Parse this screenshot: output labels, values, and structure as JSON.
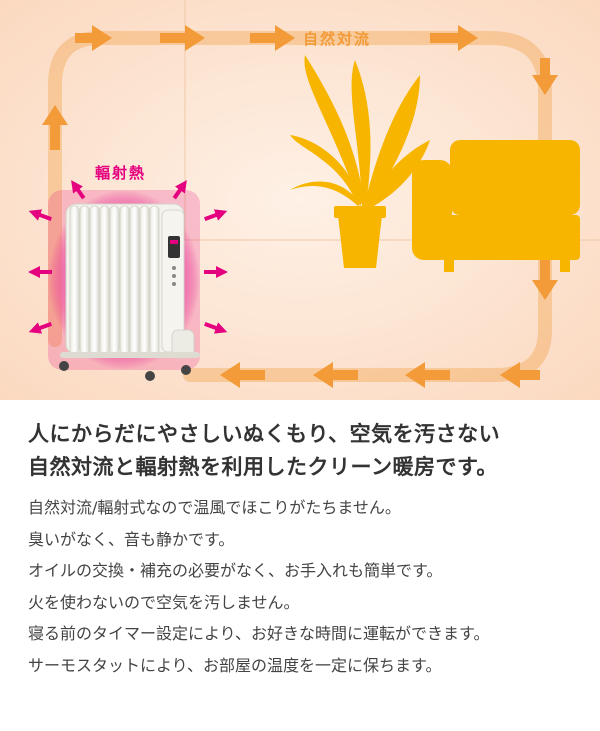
{
  "illustration": {
    "convection_label": "自然対流",
    "radiant_label": "輻射熱"
  },
  "headline": {
    "line1": "人にからだにやさしいぬくもり、空気を汚さない",
    "line2": "自然対流と輻射熱を利用したクリーン暖房です。"
  },
  "features": [
    "自然対流/輻射式なので温風でほこりがたちません。",
    "臭いがなく、音も静かです。",
    "オイルの交換・補充の必要がなく、お手入れも簡単です。",
    "火を使わないので空気を汚しません。",
    "寝る前のタイマー設定により、お好きな時間に運転ができます。",
    "サーモスタットにより、お部屋の温度を一定に保ちます。"
  ],
  "colors": {
    "arrow_orange": "#f29b38",
    "plant_yellow": "#f7b500",
    "sofa_yellow": "#f7b500",
    "radiant_pink": "#e4007f",
    "room_bg": "#fde6d4"
  }
}
